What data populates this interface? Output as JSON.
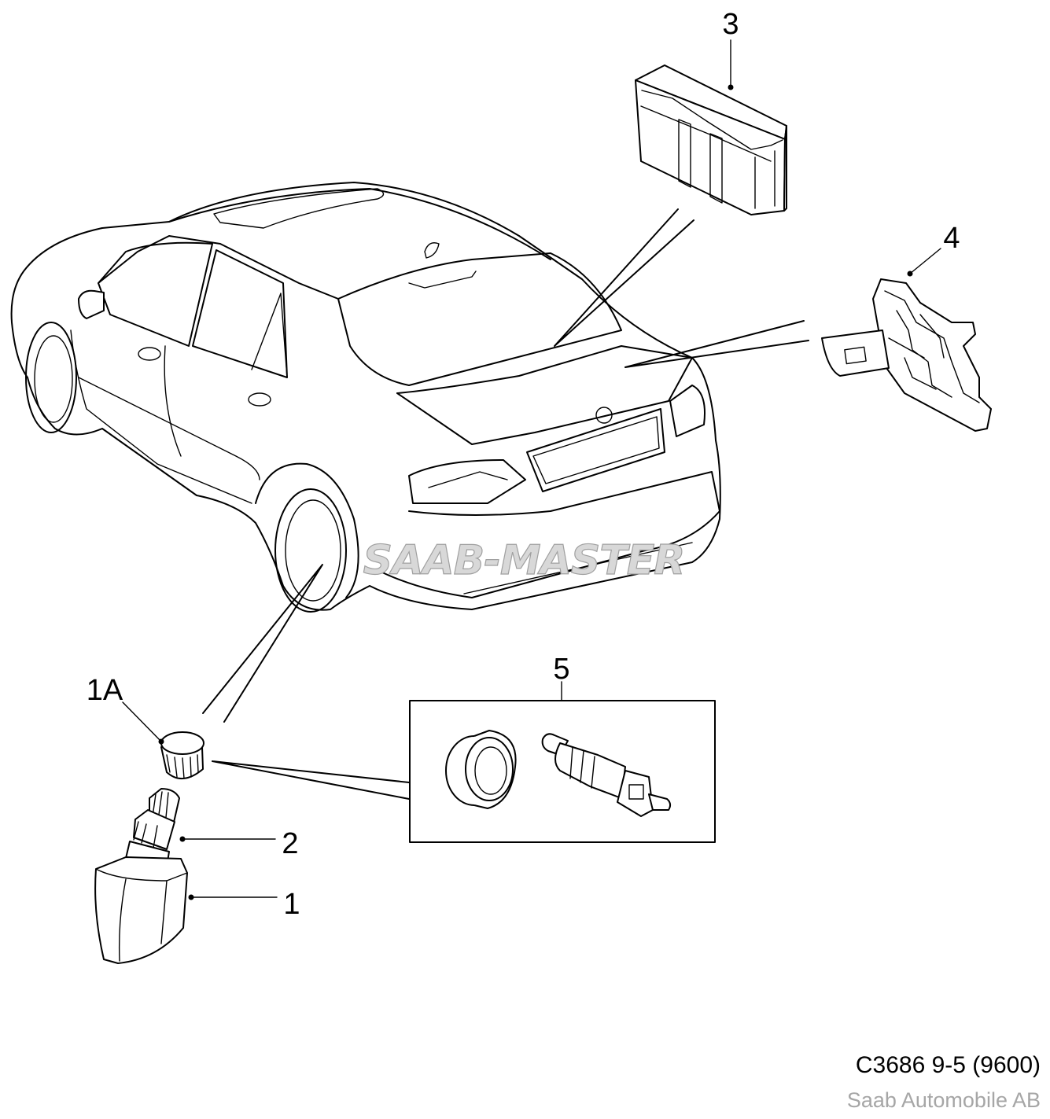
{
  "callouts": {
    "label_3": "3",
    "label_4": "4",
    "label_1a": "1A",
    "label_5": "5",
    "label_2": "2",
    "label_1": "1"
  },
  "watermark": "SAAB-MASTER",
  "caption": {
    "diagram_code": "C3686 9-5 (9600)",
    "publisher": "Saab Automobile AB"
  },
  "colors": {
    "line": "#000000",
    "background": "#ffffff",
    "watermark": "#c8c8c8",
    "publisher_text": "#a6a6a6"
  }
}
